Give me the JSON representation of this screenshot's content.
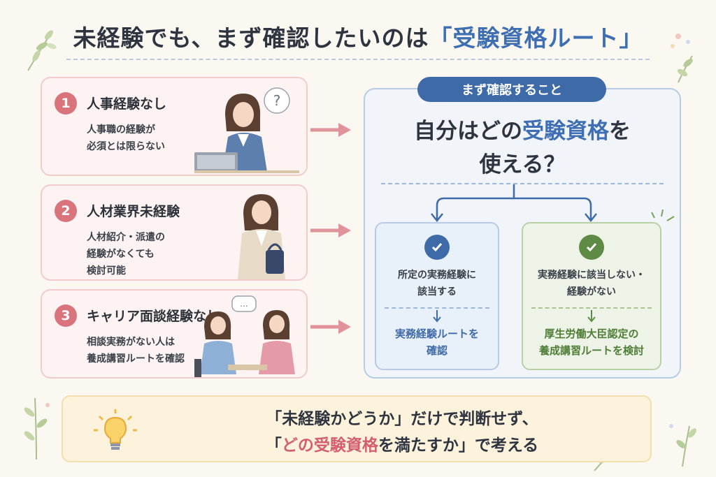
{
  "title": {
    "prefix": "未経験でも、まず確認したいのは",
    "highlight": "「受験資格ルート」"
  },
  "cards": [
    {
      "number": "1",
      "title": "人事経験なし",
      "desc_line1": "人事職の経験が",
      "desc_line2": "必須とは限らない"
    },
    {
      "number": "2",
      "title": "人材業界未経験",
      "desc_line1": "人材紹介・派遣の",
      "desc_line2": "経験がなくても",
      "desc_line3": "検討可能"
    },
    {
      "number": "3",
      "title": "キャリア面談経験なし",
      "desc_line1": "相談実務がない人は",
      "desc_line2": "養成講習ルートを確認"
    }
  ],
  "illustrations": {
    "card1_bubble": "?",
    "card3_bubble": "..."
  },
  "panel": {
    "pill": "まず確認すること",
    "question_a": "自分はどの",
    "question_hl": "受験資格",
    "question_b": "を",
    "question_line2": "使える？"
  },
  "branches": [
    {
      "condition_line1": "所定の実務経験に",
      "condition_line2": "該当する",
      "result_line1": "実務経験ルートを",
      "result_line2": "確認"
    },
    {
      "condition_line1": "実務経験に該当しない・",
      "condition_line2": "経験がない",
      "result_line1": "厚生労働大臣認定の",
      "result_line2": "養成講習ルートを検討"
    }
  ],
  "bottom": {
    "line1": "「未経験かどうか」だけで判断せず、",
    "line2_a": "「",
    "line2_hl": "どの受験資格",
    "line2_b": "を満たすか」で考える"
  },
  "colors": {
    "accent_blue": "#3f6fb3",
    "accent_pink": "#d9737c",
    "accent_green": "#5e8a45",
    "card_bg": "#fdf3f2",
    "panel_bg": "#f1f5fa",
    "bottom_bg": "#fdf3dc"
  },
  "icons": [
    "leaf-icon",
    "lightbulb-icon",
    "check-icon",
    "arrow-right-icon",
    "arrow-down-icon",
    "question-bubble-icon",
    "speech-bubble-icon"
  ]
}
